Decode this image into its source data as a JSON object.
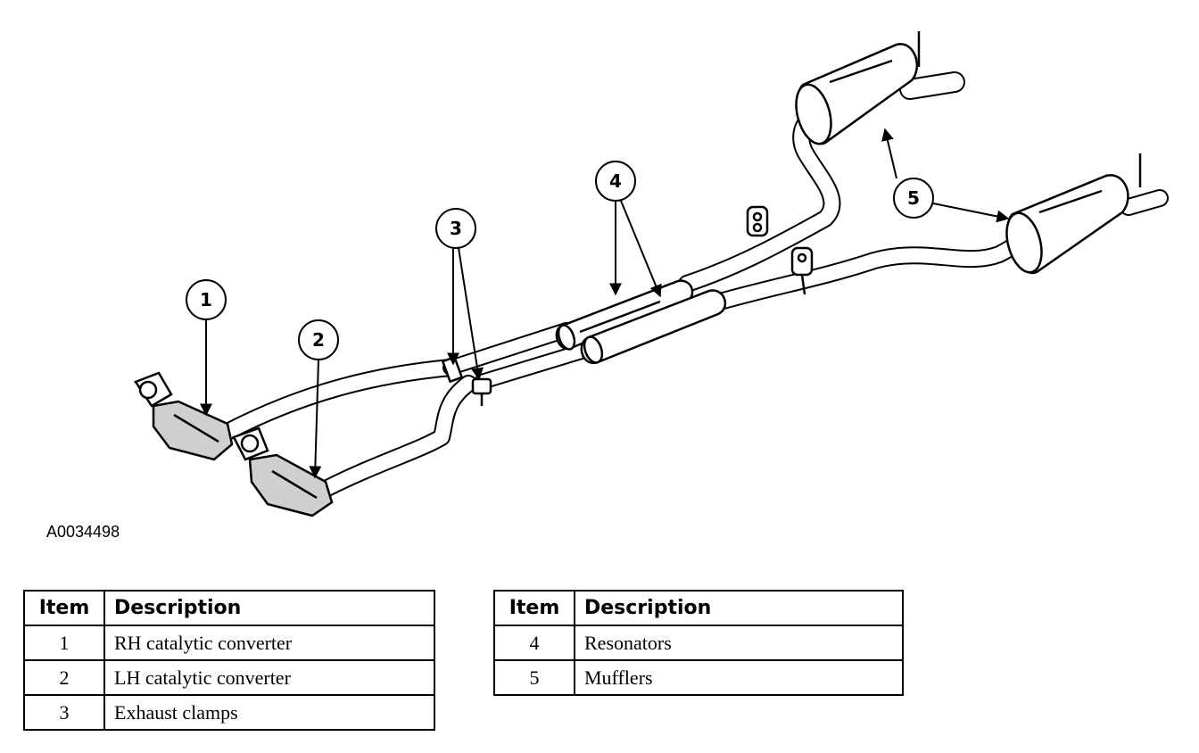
{
  "figure_id": "A0034498",
  "callouts": [
    "1",
    "2",
    "3",
    "4",
    "5"
  ],
  "legend_header": {
    "item": "Item",
    "description": "Description"
  },
  "legend_left": [
    {
      "item": "1",
      "description": "RH catalytic converter"
    },
    {
      "item": "2",
      "description": "LH catalytic converter"
    },
    {
      "item": "3",
      "description": "Exhaust clamps"
    }
  ],
  "legend_right": [
    {
      "item": "4",
      "description": "Resonators"
    },
    {
      "item": "5",
      "description": "Mufflers"
    }
  ]
}
